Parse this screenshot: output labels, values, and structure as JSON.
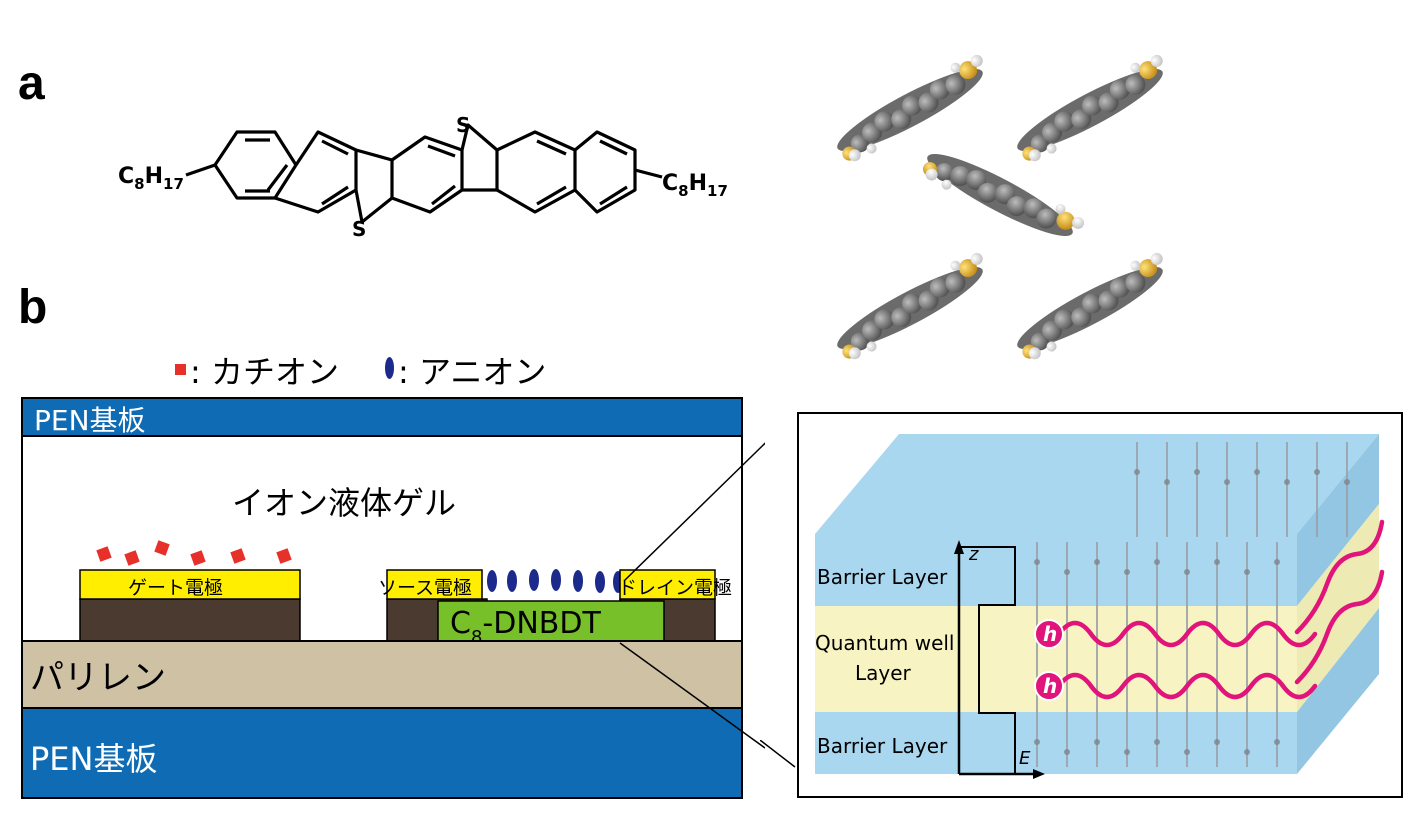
{
  "panel_a": {
    "label": "a",
    "molecule": {
      "left_substituent": {
        "main": "C",
        "sub1": "8",
        "mid": "H",
        "sub2": "17"
      },
      "right_substituent": {
        "main": "C",
        "sub1": "8",
        "mid": "H",
        "sub2": "17"
      },
      "sulfur_top": "S",
      "sulfur_bottom": "S"
    }
  },
  "panel_b": {
    "label": "b",
    "legend": {
      "cation_label": ": カチオン",
      "anion_label": ": アニオン",
      "cation_color": "#e8302a",
      "anion_color": "#1c2a8c"
    },
    "device": {
      "substrate_top": "PEN基板",
      "gel": "イオン液体ゲル",
      "gate_electrode": "ゲート電極",
      "source_electrode": "ソース電極",
      "drain_electrode": "ドレイン電極",
      "semiconductor": {
        "prefix": "C",
        "sub": "8",
        "suffix": "-DNBDT"
      },
      "parylene": "パリレン",
      "substrate_bottom": "PEN基板"
    },
    "inset": {
      "barrier_top": "Barrier Layer",
      "quantum_well": [
        "Quantum well",
        "Layer"
      ],
      "barrier_bottom": "Barrier Layer",
      "axis_z": "z",
      "axis_e": "E",
      "carrier_symbol": "h"
    }
  },
  "colors": {
    "substrate": "#0f6bb3",
    "electrode": "#ffee00",
    "electrode_base": "#4a3a30",
    "semiconductor": "#78c02a",
    "parylene": "#cfc2a4",
    "barrier": "#a9d7ef",
    "quantum_well": "#f7f3c2",
    "wave": "#e0147a"
  }
}
